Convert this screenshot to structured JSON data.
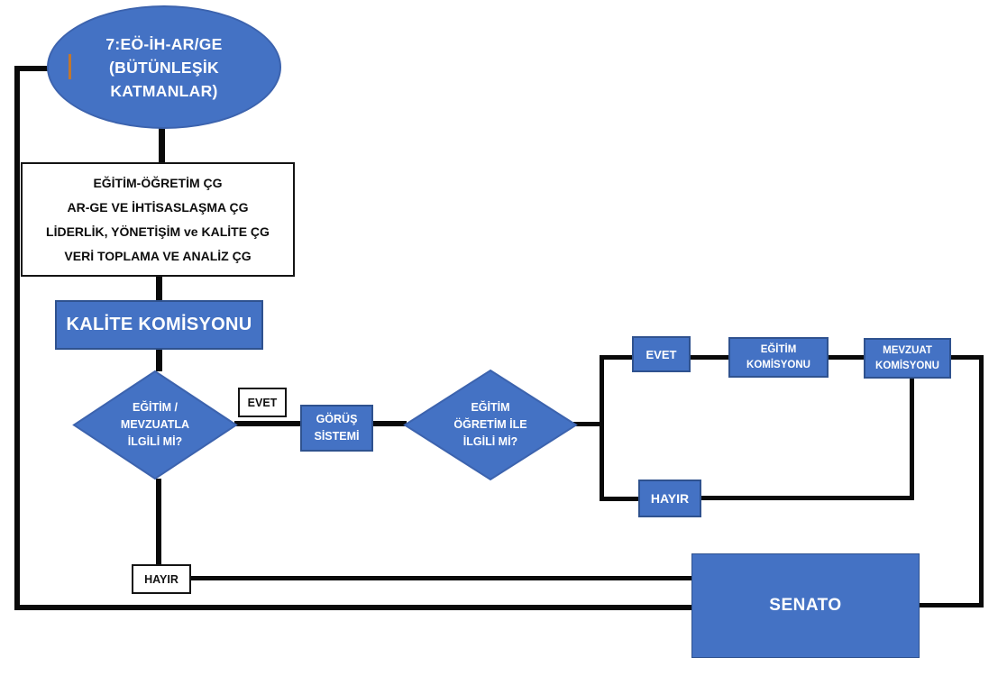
{
  "colors": {
    "node_fill": "#4472C4",
    "node_border": "#2F528F",
    "connector": "#0a0a0a",
    "white_node_border": "#141414",
    "cursor_mark": "#C2772E"
  },
  "nodes": {
    "start": {
      "lines": [
        "7:EÖ-İH-AR/GE",
        "(BÜTÜNLEŞİK",
        "KATMANLAR)"
      ]
    },
    "working_groups": {
      "items": [
        "EĞİTİM-ÖĞRETİM ÇG",
        "AR-GE VE İHTİSASLAŞMA ÇG",
        "LİDERLİK, YÖNETİŞİM ve KALİTE ÇG",
        "VERİ TOPLAMA VE ANALİZ ÇG"
      ]
    },
    "kalite": {
      "label": "KALİTE KOMİSYONU"
    },
    "decision1": {
      "lines": [
        "EĞİTİM /",
        "MEVZUATLA",
        "İLGİLİ Mİ?"
      ]
    },
    "evet_tag": {
      "label": "EVET"
    },
    "gorus": {
      "lines": [
        "GÖRÜŞ",
        "SİSTEMİ"
      ]
    },
    "decision2": {
      "lines": [
        "EĞİTİM",
        "ÖĞRETİM İLE",
        "İLGİLİ Mİ?"
      ]
    },
    "evet": {
      "label": "EVET"
    },
    "egitim_komisyonu": {
      "lines": [
        "EĞİTİM",
        "KOMİSYONU"
      ]
    },
    "mevzuat_komisyonu": {
      "lines": [
        "MEVZUAT",
        "KOMİSYONU"
      ]
    },
    "hayir": {
      "label": "HAYIR"
    },
    "hayir_tag": {
      "label": "HAYIR"
    },
    "senato": {
      "label": "SENATO"
    }
  }
}
